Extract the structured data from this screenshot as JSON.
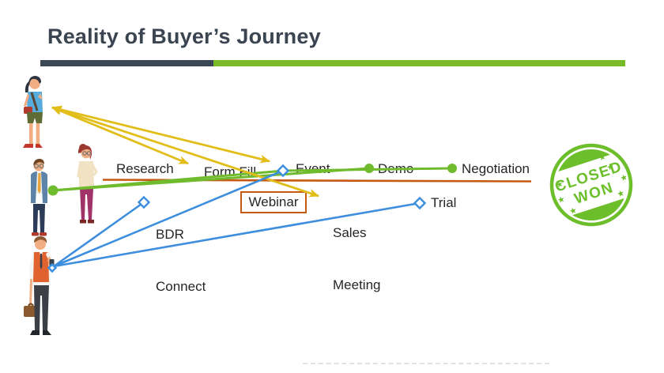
{
  "title": "Reality of Buyer’s Journey",
  "labels": {
    "research": "Research",
    "form_fill": "Form Fill",
    "event": "Event",
    "demo": "Demo",
    "negotiation": "Negotiation",
    "bdr_1": "BDR",
    "bdr_2": "Connect",
    "webinar": "Webinar",
    "sales_1": "Sales",
    "sales_2": "Meeting",
    "trial": "Trial"
  },
  "stamp": {
    "line1": "CLOSED",
    "line2": "WON",
    "color": "#6CBE2B"
  },
  "colors": {
    "title_text": "#3A4551",
    "bar_dark": "#3B4754",
    "bar_green": "#7ABC27",
    "path_yellow": "#E2BE1B",
    "path_green": "#6FBB2D",
    "path_blue": "#3E8EDE",
    "path_orange": "#C55A11",
    "label_text": "#262626"
  },
  "icons": {
    "personas": [
      "casual-woman",
      "business-man-glasses",
      "red-haired-woman",
      "salesman-with-phone"
    ],
    "markers": [
      "green-dot-milestone",
      "blue-diamond-touch",
      "yellow-double-arrow"
    ]
  }
}
